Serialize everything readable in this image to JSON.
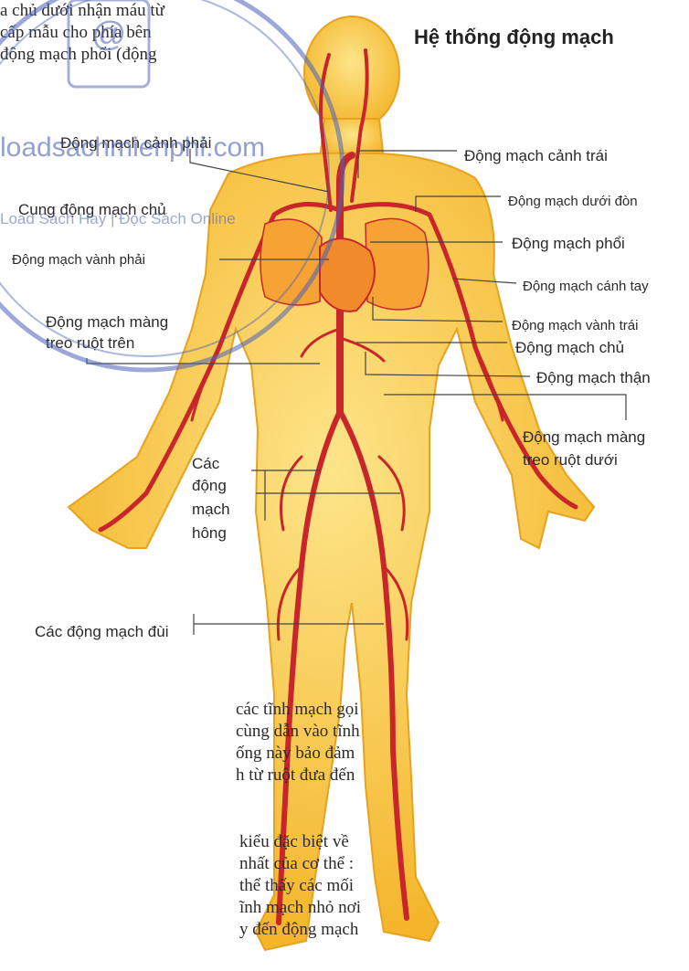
{
  "title": "Hệ thống động mạch",
  "text_top": [
    "a chủ dưới nhận máu từ",
    "cấp mẫu cho phía bên",
    "động mạch phổi (động"
  ],
  "text_bottom_1": [
    "các tĩnh mạch gọi",
    "cùng dẫn vào tĩnh",
    "ống này bảo đảm",
    "h từ ruột đưa đến"
  ],
  "text_bottom_2": [
    "kiểu đặc biệt về",
    "nhất của cơ thể :",
    "thể thấy các mối",
    "ĩnh mạch nhỏ nơi",
    "y đến động mạch"
  ],
  "labels": {
    "canh_phai": "Động mạch cảnh phải",
    "cung_dong_mach_chu": "Cung động mạch chủ",
    "vanh_phai": "Động mạch vành phải",
    "mang_treo_tren_1": "Động mạch màng",
    "mang_treo_tren_2": "treo ruột trên",
    "hong_1": "Các",
    "hong_2": "động",
    "hong_3": "mạch",
    "hong_4": "hông",
    "dui": "Các động mạch đùi",
    "canh_trai": "Động mạch cảnh trái",
    "duoi_don": "Động mạch dưới đòn",
    "phoi": "Động mạch phổi",
    "canh_tay": "Động mạch cánh tay",
    "vanh_trai": "Động mạch vành trái",
    "chu": "Động mạch chủ",
    "than": "Động mạch thận",
    "mang_treo_duoi_1": "Động mạch màng",
    "mang_treo_duoi_2": "treo ruột dưới"
  },
  "watermark": {
    "line1": "loadsachmienphi.com",
    "line2": "Load Sách Hay | Đọc Sách Online"
  },
  "colors": {
    "body": "#f7c23a",
    "body_light": "#fde58a",
    "artery": "#c8262a",
    "watermark": "#4a62b8"
  }
}
